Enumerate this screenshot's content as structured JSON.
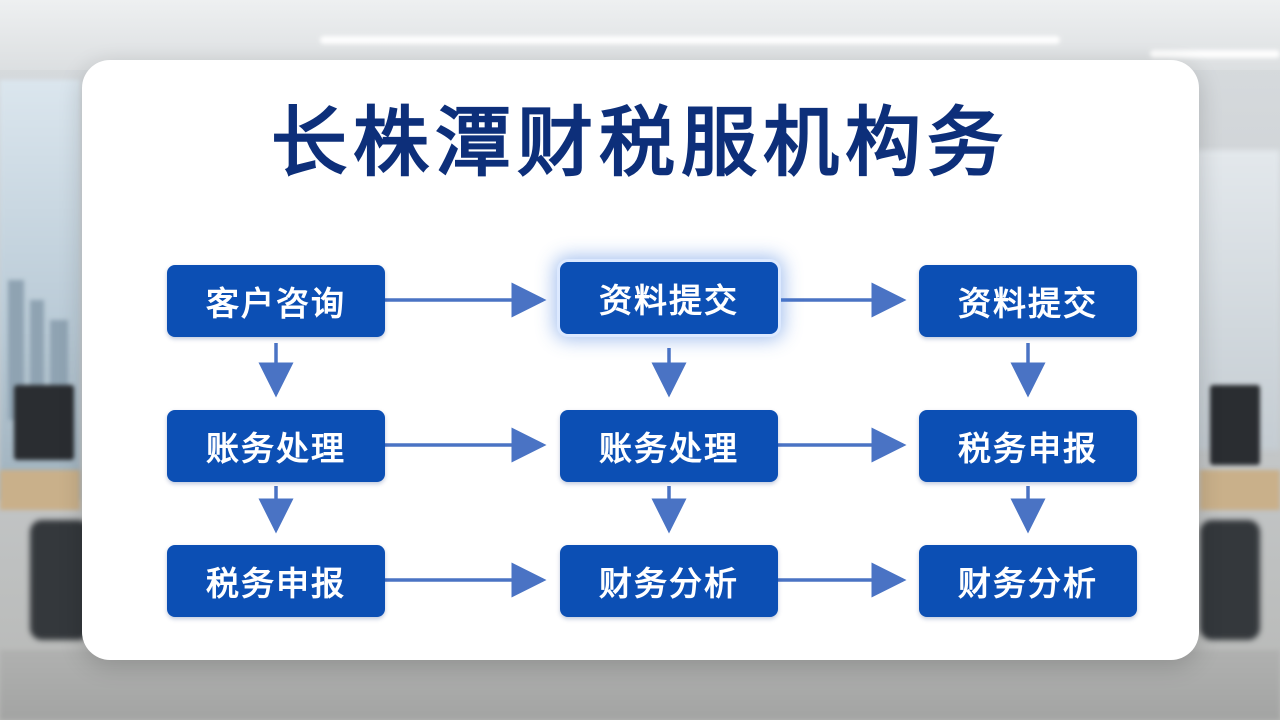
{
  "title": "长株潭财税服机构务",
  "colors": {
    "title": "#0d2f7a",
    "box_fill": "#0c4fb4",
    "box_text": "#ffffff",
    "arrow": "#4a73c4"
  },
  "columns": [
    {
      "nodes": [
        {
          "label": "客户咨询"
        },
        {
          "label": "账务处理"
        },
        {
          "label": "税务申报"
        }
      ]
    },
    {
      "nodes": [
        {
          "label": "资料提交"
        },
        {
          "label": "账务处理"
        },
        {
          "label": "财务分析"
        }
      ]
    },
    {
      "nodes": [
        {
          "label": "资料提交"
        },
        {
          "label": "税务申报"
        },
        {
          "label": "财务分析"
        }
      ]
    }
  ]
}
